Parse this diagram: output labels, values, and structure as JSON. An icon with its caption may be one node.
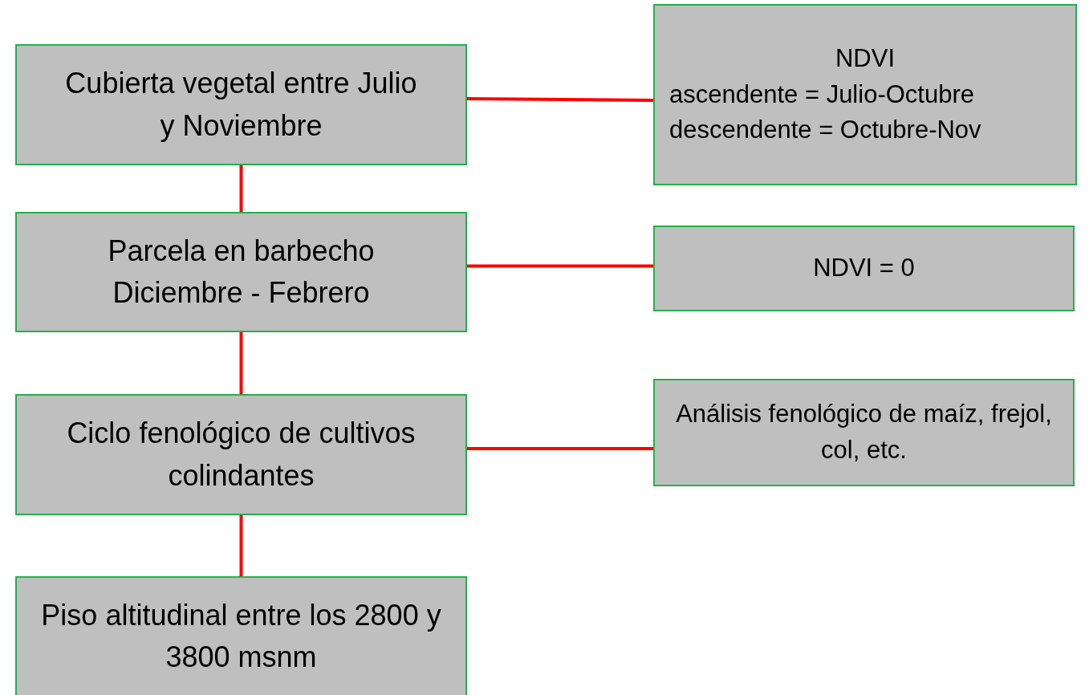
{
  "diagram": {
    "nodes": [
      {
        "text": [
          "Cubierta vegetal entre Julio y Noviembre"
        ]
      },
      {
        "text": [
          "NDVI",
          "ascendente = Julio-Octubre",
          "descendente = Octubre-Nov"
        ]
      },
      {
        "text": [
          "Parcela en barbecho Diciembre - Febrero"
        ]
      },
      {
        "text": [
          "NDVI = 0"
        ]
      },
      {
        "text": [
          "Ciclo fenológico de cultivos colindantes"
        ]
      },
      {
        "text": [
          "Análisis fenológico de maíz, frejol, col, etc."
        ]
      },
      {
        "text": [
          "Piso altitudinal entre los 2800 y 3800 msnm"
        ]
      }
    ],
    "edges": [
      {
        "from": 0,
        "to": 1,
        "arrow": "none"
      },
      {
        "from": 0,
        "to": 2,
        "arrow": "none"
      },
      {
        "from": 2,
        "to": 3,
        "arrow": "none"
      },
      {
        "from": 2,
        "to": 4,
        "arrow": "none"
      },
      {
        "from": 4,
        "to": 5,
        "arrow": "none"
      },
      {
        "from": 4,
        "to": 6,
        "arrow": "none"
      }
    ]
  }
}
